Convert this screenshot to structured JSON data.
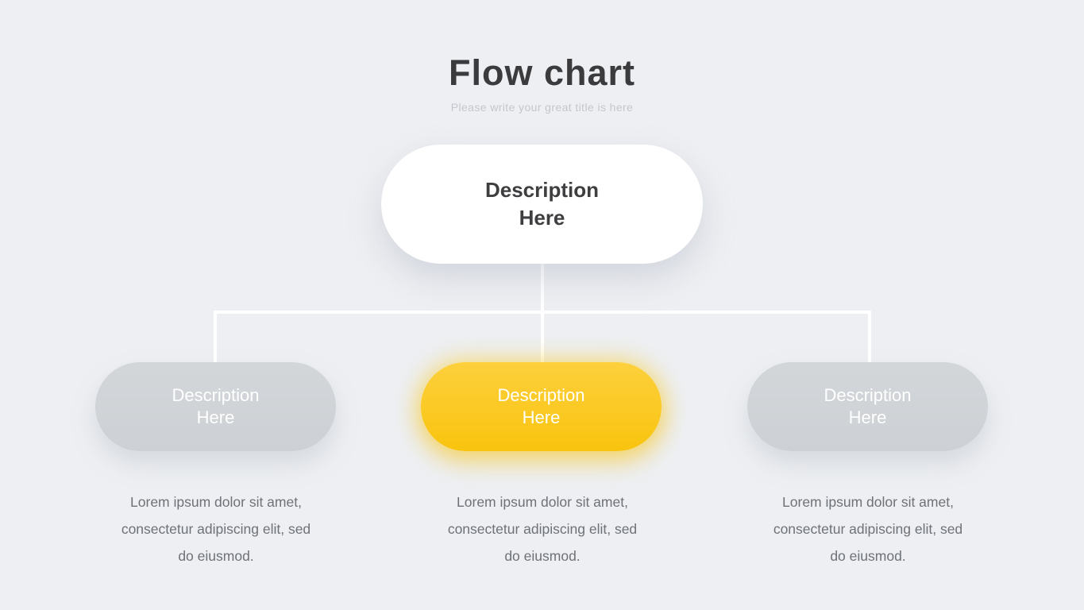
{
  "header": {
    "title": "Flow chart",
    "subtitle": "Please write your great title is here"
  },
  "root_node": {
    "label_line1": "Description",
    "label_line2": "Here"
  },
  "children": [
    {
      "label_line1": "Description",
      "label_line2": "Here",
      "highlighted": false,
      "desc_lines": [
        "Lorem ipsum dolor sit amet,",
        "consectetur adipiscing elit, sed",
        "do eiusmod."
      ]
    },
    {
      "label_line1": "Description",
      "label_line2": "Here",
      "highlighted": true,
      "desc_lines": [
        "Lorem ipsum dolor sit amet,",
        "consectetur adipiscing elit, sed",
        "do eiusmod."
      ]
    },
    {
      "label_line1": "Description",
      "label_line2": "Here",
      "highlighted": false,
      "desc_lines": [
        "Lorem ipsum dolor sit amet,",
        "consectetur adipiscing elit, sed",
        "do eiusmod."
      ]
    }
  ],
  "colors": {
    "background": "#edeff2",
    "accent_yellow_top": "#fdd03d",
    "accent_yellow_bottom": "#f9c40e",
    "node_gray": "#d0d4d7",
    "node_white": "#ffffff",
    "connector": "#ffffff",
    "title_text": "#3b3b3d",
    "subtitle_text": "#c3c7cd",
    "body_text": "#6e7278"
  }
}
